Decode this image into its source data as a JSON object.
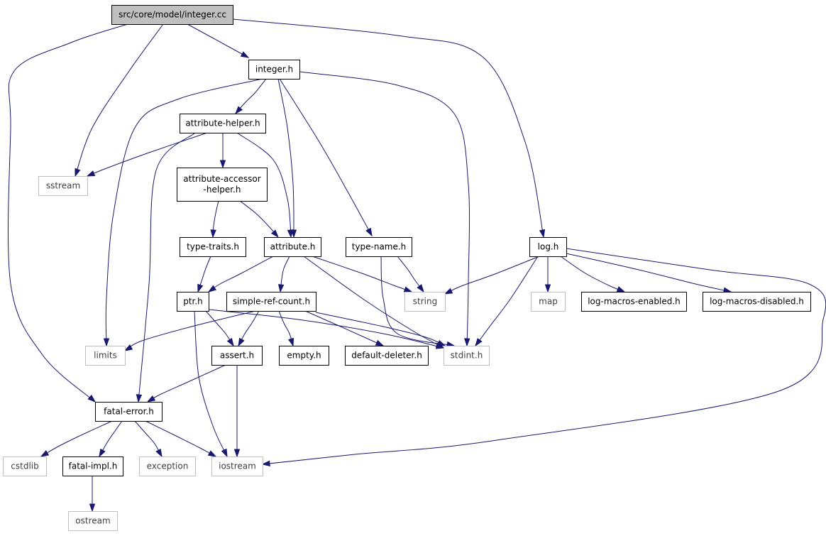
{
  "diagram": {
    "colors": {
      "edge": "#191970",
      "root_fill": "#bfbfbf",
      "node_border": "#000000",
      "external_border": "#bfbfbf",
      "external_text": "#404040"
    },
    "nodes": [
      {
        "id": "integer_cc",
        "label": "src/core/model/integer.cc",
        "kind": "root"
      },
      {
        "id": "integer_h",
        "label": "integer.h",
        "kind": "header"
      },
      {
        "id": "log_h",
        "label": "log.h",
        "kind": "header"
      },
      {
        "id": "attribute_helper_h",
        "label": "attribute-helper.h",
        "kind": "header"
      },
      {
        "id": "sstream",
        "label": "sstream",
        "kind": "external"
      },
      {
        "id": "attribute_accessor_helper_h",
        "label": "attribute-accessor\n-helper.h",
        "kind": "header"
      },
      {
        "id": "type_traits_h",
        "label": "type-traits.h",
        "kind": "header"
      },
      {
        "id": "attribute_h",
        "label": "attribute.h",
        "kind": "header"
      },
      {
        "id": "type_name_h",
        "label": "type-name.h",
        "kind": "header"
      },
      {
        "id": "ptr_h",
        "label": "ptr.h",
        "kind": "header"
      },
      {
        "id": "simple_ref_count_h",
        "label": "simple-ref-count.h",
        "kind": "header"
      },
      {
        "id": "string",
        "label": "string",
        "kind": "external"
      },
      {
        "id": "map",
        "label": "map",
        "kind": "external"
      },
      {
        "id": "log_macros_enabled_h",
        "label": "log-macros-enabled.h",
        "kind": "header"
      },
      {
        "id": "log_macros_disabled_h",
        "label": "log-macros-disabled.h",
        "kind": "header"
      },
      {
        "id": "limits",
        "label": "limits",
        "kind": "external"
      },
      {
        "id": "assert_h",
        "label": "assert.h",
        "kind": "header"
      },
      {
        "id": "empty_h",
        "label": "empty.h",
        "kind": "header"
      },
      {
        "id": "default_deleter_h",
        "label": "default-deleter.h",
        "kind": "header"
      },
      {
        "id": "stdint_h",
        "label": "stdint.h",
        "kind": "external"
      },
      {
        "id": "fatal_error_h",
        "label": "fatal-error.h",
        "kind": "header"
      },
      {
        "id": "cstdlib",
        "label": "cstdlib",
        "kind": "external"
      },
      {
        "id": "fatal_impl_h",
        "label": "fatal-impl.h",
        "kind": "header"
      },
      {
        "id": "exception",
        "label": "exception",
        "kind": "external"
      },
      {
        "id": "iostream",
        "label": "iostream",
        "kind": "external"
      },
      {
        "id": "ostream",
        "label": "ostream",
        "kind": "external"
      }
    ],
    "edges": [
      {
        "from": "integer_cc",
        "to": "integer_h"
      },
      {
        "from": "integer_cc",
        "to": "sstream"
      },
      {
        "from": "integer_cc",
        "to": "log_h"
      },
      {
        "from": "integer_cc",
        "to": "fatal_error_h"
      },
      {
        "from": "integer_h",
        "to": "attribute_helper_h"
      },
      {
        "from": "integer_h",
        "to": "attribute_h"
      },
      {
        "from": "integer_h",
        "to": "type_name_h"
      },
      {
        "from": "integer_h",
        "to": "stdint_h"
      },
      {
        "from": "integer_h",
        "to": "limits"
      },
      {
        "from": "attribute_helper_h",
        "to": "sstream"
      },
      {
        "from": "attribute_helper_h",
        "to": "attribute_accessor_helper_h"
      },
      {
        "from": "attribute_helper_h",
        "to": "attribute_h"
      },
      {
        "from": "attribute_helper_h",
        "to": "fatal_error_h"
      },
      {
        "from": "attribute_accessor_helper_h",
        "to": "type_traits_h"
      },
      {
        "from": "attribute_accessor_helper_h",
        "to": "attribute_h"
      },
      {
        "from": "type_traits_h",
        "to": "ptr_h"
      },
      {
        "from": "attribute_h",
        "to": "ptr_h"
      },
      {
        "from": "attribute_h",
        "to": "simple_ref_count_h"
      },
      {
        "from": "attribute_h",
        "to": "string"
      },
      {
        "from": "attribute_h",
        "to": "stdint_h"
      },
      {
        "from": "type_name_h",
        "to": "string"
      },
      {
        "from": "type_name_h",
        "to": "stdint_h"
      },
      {
        "from": "ptr_h",
        "to": "assert_h"
      },
      {
        "from": "ptr_h",
        "to": "stdint_h"
      },
      {
        "from": "ptr_h",
        "to": "iostream"
      },
      {
        "from": "simple_ref_count_h",
        "to": "limits"
      },
      {
        "from": "simple_ref_count_h",
        "to": "assert_h"
      },
      {
        "from": "simple_ref_count_h",
        "to": "empty_h"
      },
      {
        "from": "simple_ref_count_h",
        "to": "default_deleter_h"
      },
      {
        "from": "simple_ref_count_h",
        "to": "stdint_h"
      },
      {
        "from": "log_h",
        "to": "string"
      },
      {
        "from": "log_h",
        "to": "map"
      },
      {
        "from": "log_h",
        "to": "log_macros_enabled_h"
      },
      {
        "from": "log_h",
        "to": "log_macros_disabled_h"
      },
      {
        "from": "log_h",
        "to": "stdint_h"
      },
      {
        "from": "log_h",
        "to": "iostream"
      },
      {
        "from": "assert_h",
        "to": "fatal_error_h"
      },
      {
        "from": "assert_h",
        "to": "iostream"
      },
      {
        "from": "fatal_error_h",
        "to": "cstdlib"
      },
      {
        "from": "fatal_error_h",
        "to": "fatal_impl_h"
      },
      {
        "from": "fatal_error_h",
        "to": "exception"
      },
      {
        "from": "fatal_error_h",
        "to": "iostream"
      },
      {
        "from": "fatal_impl_h",
        "to": "ostream"
      }
    ]
  }
}
